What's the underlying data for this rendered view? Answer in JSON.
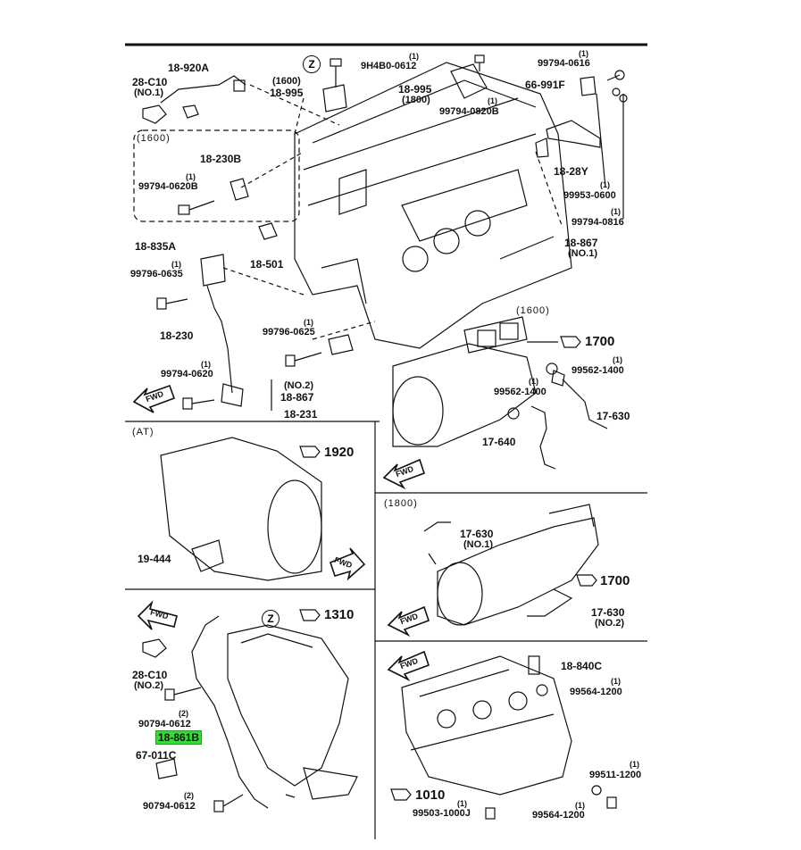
{
  "sections": {
    "s1600_top": "(1600)",
    "s1600_mt": "(1600)",
    "s1800_mt": "(1800)",
    "at": "(AT)"
  },
  "badges": {
    "z": "Z"
  },
  "fwd": "FWD",
  "labels": {
    "p18920A": "18-920A",
    "p28C10a": "28-C10",
    "p28C10a_note": "(NO.1)",
    "p1600_995": "(1600)",
    "p18995a": "18-995",
    "p9H4B0": "9H4B0-0612",
    "q9H4B0": "(1)",
    "p18995b": "18-995",
    "p1800_995": "(1800)",
    "p99794_0820B": "99794-0820B",
    "q0820B": "(1)",
    "p99794_0616": "99794-0616",
    "q0616": "(1)",
    "p66991F": "66-991F",
    "p18230B": "18-230B",
    "p99794_0620B": "99794-0620B",
    "q0620B": "(1)",
    "p18_28Y": "18-28Y",
    "p99953_0600": "99953-0600",
    "q0600": "(1)",
    "p99794_0816": "99794-0816",
    "q0816": "(1)",
    "p18835A": "18-835A",
    "p99796_0635": "99796-0635",
    "q0635": "(1)",
    "p18501": "18-501",
    "p18867a": "18-867",
    "p18867a_note": "(NO.1)",
    "p18230": "18-230",
    "p99796_0625": "99796-0625",
    "q0625": "(1)",
    "p99794_0620": "99794-0620",
    "q0620": "(1)",
    "p18867b_note": "(NO.2)",
    "p18867b": "18-867",
    "p18231": "18-231",
    "p1700a": "1700",
    "p99562_1400a": "99562-1400",
    "q1400a": "(1)",
    "p99562_1400b": "99562-1400",
    "q1400b": "(1)",
    "p17630a": "17-630",
    "p17640": "17-640",
    "p1920": "1920",
    "p19444": "19-444",
    "p17630b": "17-630",
    "p17630b_note": "(NO.1)",
    "p1700b": "1700",
    "p17630c": "17-630",
    "p17630c_note": "(NO.2)",
    "p1310": "1310",
    "p28C10b": "28-C10",
    "p28C10b_note": "(NO.2)",
    "p90794_0612a": "90794-0612",
    "q0612a": "(2)",
    "p18861B": "18-861B",
    "p67011C": "67-011C",
    "p90794_0612b": "90794-0612",
    "q0612b": "(2)",
    "p18840C": "18-840C",
    "p99564_1200a": "99564-1200",
    "q1200a": "(1)",
    "p1010": "1010",
    "p99511_1200": "99511-1200",
    "q99511": "(1)",
    "p99503_1000J": "99503-1000J",
    "q1000J": "(1)",
    "p99564_1200b": "99564-1200",
    "q1200b": "(1)"
  }
}
